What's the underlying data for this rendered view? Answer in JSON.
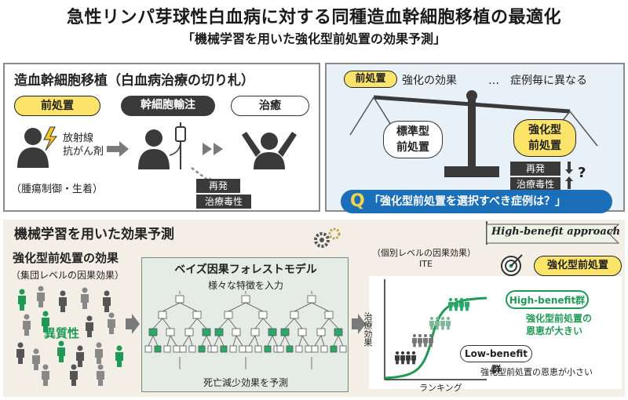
{
  "title": "急性リンパ芽球性白血病に対する同種造血幹細胞移植の最適化",
  "subtitle": "「機械学習を用いた強化型前処置の効果予測」",
  "panel_tl": {
    "title": "造血幹細胞移植（白血病治療の切り札）",
    "step1": "前処置",
    "step2": "幹細胞輸注",
    "step3": "治癒",
    "treatment": "放射線\n抗がん剤",
    "purpose": "（腫瘍制御・生着）",
    "risk1": "再発",
    "risk2": "治療毒性"
  },
  "panel_tr": {
    "label_pre": "前処置",
    "label_effect": "強化の効果",
    "label_varies": "…　症例毎に異なる",
    "standard": "標準型\n前処置",
    "intensified": "強化型\n前処置",
    "relapse": "再発",
    "toxicity": "治療毒性",
    "question_mark": "?",
    "q_letter": "Q",
    "question": "「強化型前処置を選択すべき症例は？」"
  },
  "panel_bottom": {
    "title": "機械学習を用いた効果予測",
    "effect_label": "強化型前処置の効果",
    "group_label": "（集団レベルの因果効果）",
    "heterogeneity": "異質性",
    "model_title": "ベイズ因果フォレストモデル",
    "input_label": "様々な特徴を入力",
    "output_label": "死亡減少効果を予測",
    "individual_label": "（個別レベルの因果効果）",
    "ite_label": "ITE",
    "y_axis": "治療効果",
    "x_axis": "ランキング",
    "flag_text": "High-benefit approach",
    "intensified_badge": "強化型前処置",
    "high_group": "High-benefit群",
    "high_desc": "強化型前処置の\n恩恵が大きい",
    "low_group": "Low-benefit群",
    "low_desc": "強化型前処置の恩恵が小さい"
  },
  "colors": {
    "yellow": "#fce36a",
    "blue": "#1b6fb8",
    "green": "#1e9a55",
    "dark": "#3a3a3a"
  }
}
